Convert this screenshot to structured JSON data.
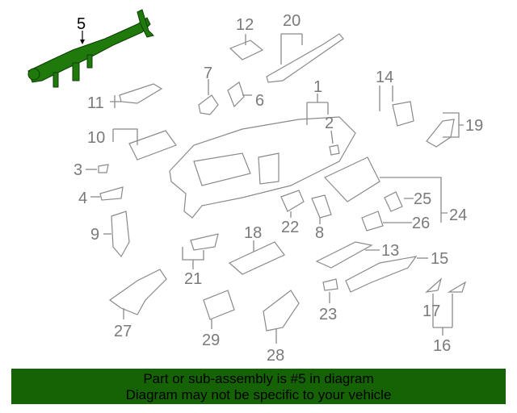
{
  "diagram": {
    "highlight_color": "#1f7a0b",
    "highlighted_part": "5",
    "callouts": [
      "5",
      "12",
      "20",
      "7",
      "6",
      "11",
      "1",
      "2",
      "14",
      "19",
      "10",
      "3",
      "4",
      "25",
      "24",
      "26",
      "9",
      "22",
      "8",
      "18",
      "13",
      "15",
      "21",
      "23",
      "17",
      "27",
      "29",
      "28",
      "16"
    ]
  },
  "footer": {
    "background": "#156305",
    "line1": "Part or sub-assembly is #5 in diagram",
    "line2": "Diagram may not be specific to your vehicle"
  }
}
